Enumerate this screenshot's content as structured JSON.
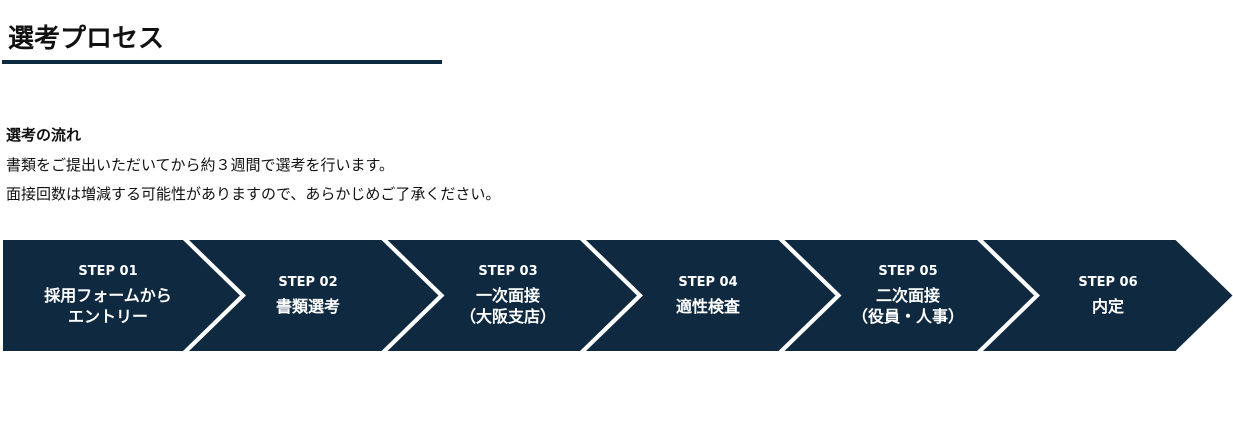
{
  "title": "選考プロセス",
  "subtitle": "選考の流れ",
  "lines": [
    "書類をご提出いただいてから約３週間で選考を行います。",
    "面接回数は増減する可能性がありますので、あらかじめご了承ください。"
  ],
  "colors": {
    "step_bg": "#0f2940",
    "rule": "#0f2940"
  },
  "steps": [
    {
      "num": "STEP 01",
      "label": "採用フォームから\nエントリー"
    },
    {
      "num": "STEP 02",
      "label": "書類選考"
    },
    {
      "num": "STEP 03",
      "label": "一次面接\n（大阪支店）"
    },
    {
      "num": "STEP 04",
      "label": "適性検査"
    },
    {
      "num": "STEP 05",
      "label": "二次面接\n（役員・人事）"
    },
    {
      "num": "STEP 06",
      "label": "内定"
    }
  ]
}
